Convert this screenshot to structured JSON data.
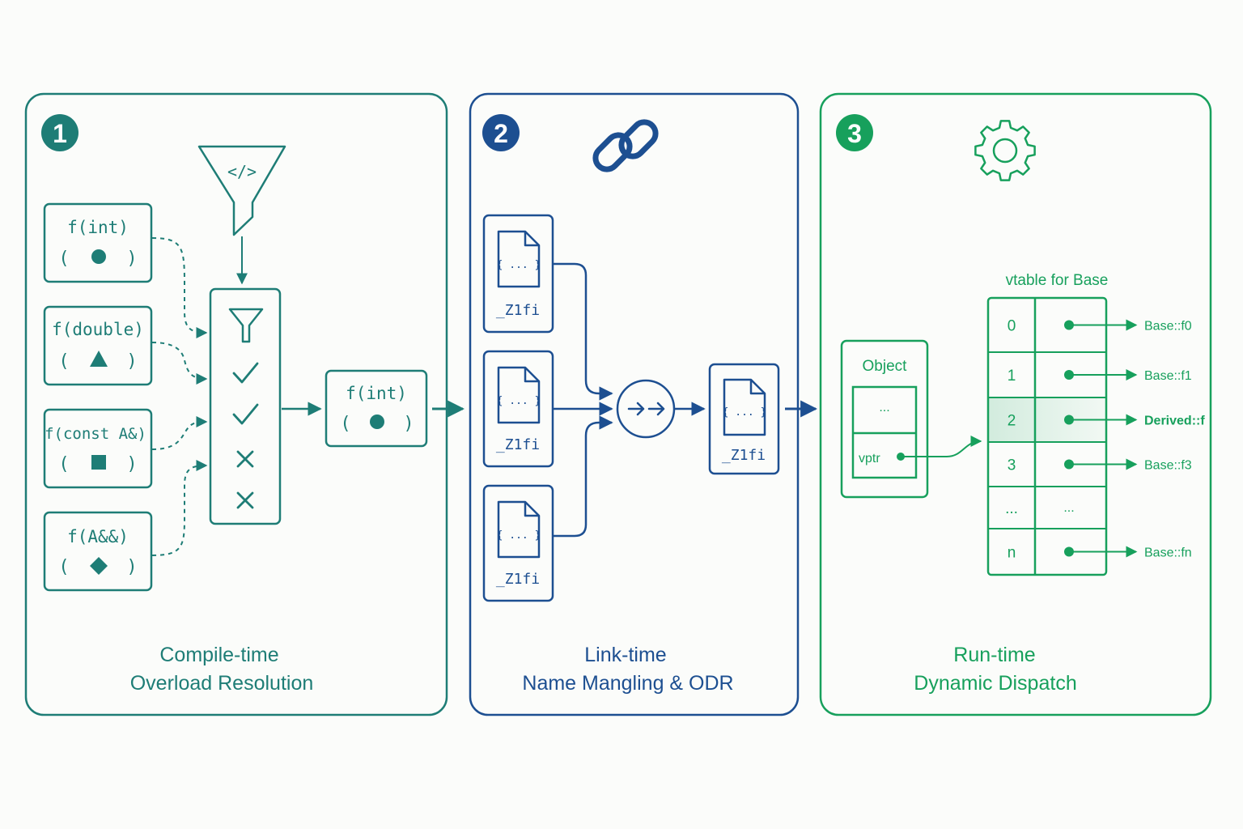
{
  "colors": {
    "teal": "#1e7d76",
    "blue": "#1d4f91",
    "green": "#17a05c",
    "background": "#fbfcfa"
  },
  "panel1": {
    "number": "1",
    "icon": "code-funnel-icon",
    "title_line1": "Compile-time",
    "title_line2": "Overload Resolution",
    "candidates": [
      {
        "signature": "f(int)",
        "open": "(",
        "close": ")",
        "shape": "circle"
      },
      {
        "signature": "f(double)",
        "open": "(",
        "close": ")",
        "shape": "triangle"
      },
      {
        "signature": "f(const A&)",
        "open": "(",
        "close": ")",
        "shape": "square"
      },
      {
        "signature": "f(A&&)",
        "open": "(",
        "close": ")",
        "shape": "diamond"
      }
    ],
    "filter_results": [
      "check",
      "check",
      "cross",
      "cross"
    ],
    "code_symbol": "</>",
    "selected": {
      "signature": "f(int)",
      "open": "(",
      "close": ")",
      "shape": "circle"
    }
  },
  "panel2": {
    "number": "2",
    "icon": "chain-link-icon",
    "title_line1": "Link-time",
    "title_line2": "Name Mangling & ODR",
    "object_files": [
      {
        "code": "{ ... }",
        "symbol": "_Z1fi"
      },
      {
        "code": "{ ... }",
        "symbol": "_Z1fi"
      },
      {
        "code": "{ ... }",
        "symbol": "_Z1fi"
      }
    ],
    "output": {
      "code": "{ ... }",
      "symbol": "_Z1fi"
    }
  },
  "panel3": {
    "number": "3",
    "icon": "gear-icon",
    "title_line1": "Run-time",
    "title_line2": "Dynamic Dispatch",
    "object": {
      "title": "Object",
      "field": "...",
      "pointer": "vptr"
    },
    "vtable": {
      "title": "vtable for Base",
      "rows": [
        {
          "index": "0",
          "target": "Base::f0",
          "highlight": false
        },
        {
          "index": "1",
          "target": "Base::f1",
          "highlight": false
        },
        {
          "index": "2",
          "target": "Derived::f",
          "highlight": true
        },
        {
          "index": "3",
          "target": "Base::f3",
          "highlight": false
        },
        {
          "index": "...",
          "target": "",
          "highlight": false,
          "ellipsis": "..."
        },
        {
          "index": "n",
          "target": "Base::fn",
          "highlight": false
        }
      ]
    }
  }
}
